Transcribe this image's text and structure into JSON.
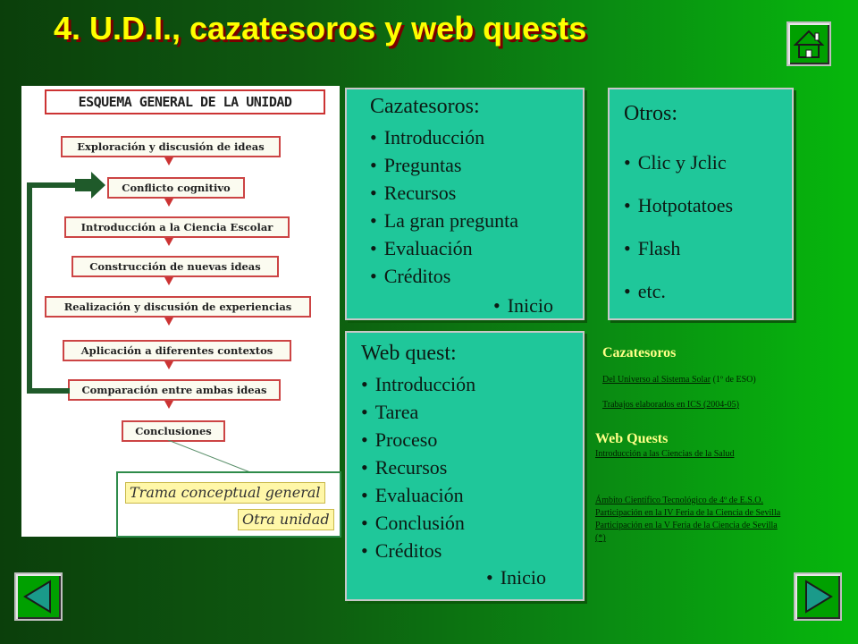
{
  "title": "4. U.D.I., cazatesoros y web quests",
  "nav": {
    "home_icon": "home-icon",
    "prev_icon": "triangle-left-icon",
    "next_icon": "triangle-right-icon"
  },
  "scheme": {
    "title": "ESQUEMA GENERAL DE LA UNIDAD",
    "steps": [
      "Exploración y discusión de ideas",
      "Conflicto cognitivo",
      "Introducción a la Ciencia Escolar",
      "Construcción de nuevas ideas",
      "Realización y discusión de experiencias",
      "Aplicación a diferentes contextos",
      "Comparación entre ambas ideas",
      "Conclusiones"
    ],
    "trama": "Trama conceptual general",
    "otra": "Otra unidad"
  },
  "cazatesoros_panel": {
    "heading": "Cazatesoros:",
    "items": [
      "Introducción",
      "Preguntas",
      "Recursos",
      "La gran pregunta",
      "Evaluación",
      "Créditos"
    ],
    "inicio": "Inicio"
  },
  "otros_panel": {
    "heading": "Otros:",
    "items": [
      "Clic y Jclic",
      "Hotpotatoes",
      "Flash",
      "etc."
    ]
  },
  "webquest_panel": {
    "heading": "Web quest:",
    "items": [
      "Introducción",
      "Tarea",
      "Proceso",
      "Recursos",
      "Evaluación",
      "Conclusión",
      "Créditos"
    ],
    "inicio": "Inicio"
  },
  "links": {
    "cazatesoros_head": "Cazatesoros",
    "caza_link1": "Del Universo al Sistema Solar",
    "caza_link1_note": " (1º de ESO)",
    "caza_link2": "Trabajos elaborados en ICS (2004-05)",
    "webquests_head": "Web Quests",
    "wq_link1": "Introducción a las Ciencias de la Salud",
    "wq_link2": "Ámbito Científico Tecnológico de 4º de E.S.O.",
    "wq_link3": "Participación en la IV Feria de la Ciencia de Sevilla",
    "wq_link4": "Participación en la V Feria de la Ciencia de Sevilla",
    "wq_link5": "(*)"
  },
  "colors": {
    "title": "#ffff00",
    "title_shadow": "#7a0000",
    "panel_bg": "#1fc79a",
    "nav_bg": "#00a000",
    "nav_arrow": "#1a9a8a"
  }
}
